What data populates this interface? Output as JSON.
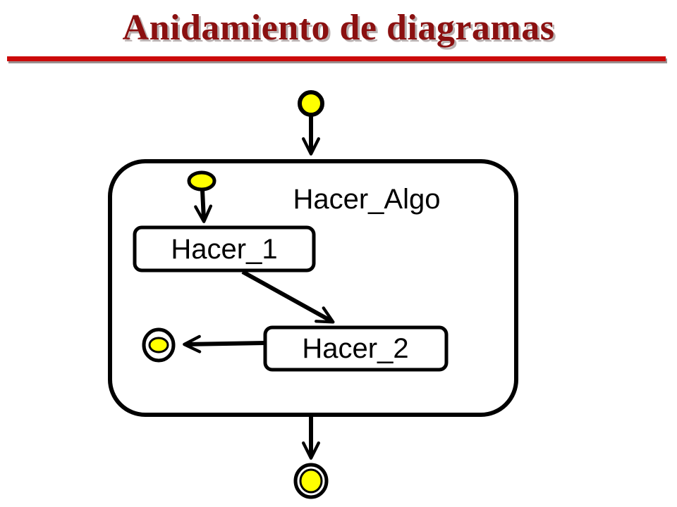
{
  "title": "Anidamiento de diagramas",
  "colors": {
    "title": "#8b1010",
    "rule": "#cc0a0a",
    "node_fill": "#ffff00",
    "stroke": "#000000"
  },
  "diagram": {
    "composite": {
      "label": "Hacer_Algo"
    },
    "actions": [
      {
        "id": "hacer_1",
        "label": "Hacer_1"
      },
      {
        "id": "hacer_2",
        "label": "Hacer_2"
      }
    ]
  }
}
